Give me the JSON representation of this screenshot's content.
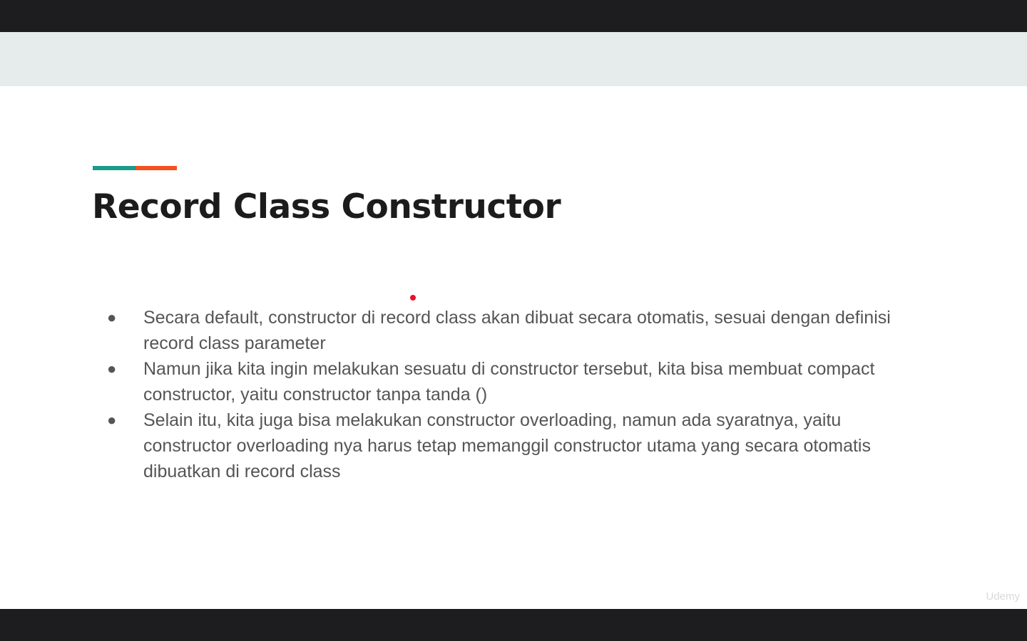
{
  "slide": {
    "title": "Record Class Constructor",
    "accent_colors": {
      "teal": "#1a9b8b",
      "orange": "#f4511e"
    },
    "bullet_symbol": "●",
    "bullets": [
      {
        "lines": [
          "Secara default, constructor di record class akan dibuat secara otomatis, sesuai dengan definisi",
          "record class parameter"
        ]
      },
      {
        "lines": [
          "Namun jika kita ingin melakukan sesuatu di constructor tersebut, kita bisa membuat compact",
          "constructor, yaitu constructor tanpa tanda ()"
        ]
      },
      {
        "lines": [
          "Selain itu, kita juga bisa melakukan constructor overloading, namun ada syaratnya, yaitu",
          "constructor overloading nya harus tetap memanggil constructor utama yang secara otomatis",
          "dibuatkan di record class"
        ]
      }
    ],
    "pointer_color": "#e8102c"
  },
  "watermark": "Udemy"
}
